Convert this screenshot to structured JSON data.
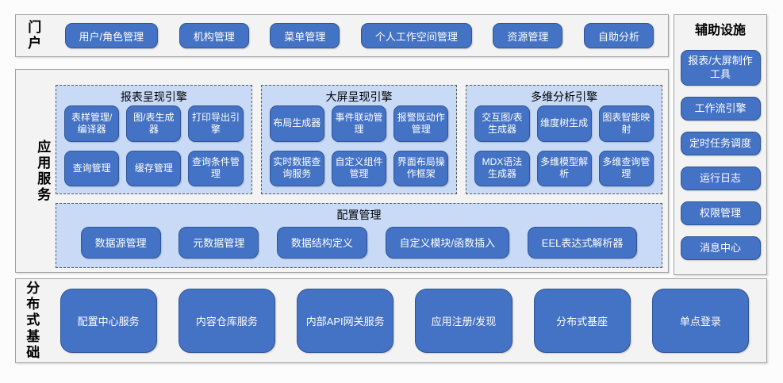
{
  "portal": {
    "label": "门户",
    "items": [
      "用户/角色管理",
      "机构管理",
      "菜单管理",
      "个人工作空间管理",
      "资源管理",
      "自助分析"
    ]
  },
  "app_services": {
    "label": "应用服务",
    "groups": [
      {
        "title": "报表呈现引擎",
        "rows": [
          [
            "表样管理/编译器",
            "图/表生成器",
            "打印导出引擎"
          ],
          [
            "查询管理",
            "缓存管理",
            "查询条件管理"
          ]
        ]
      },
      {
        "title": "大屏呈现引擎",
        "rows": [
          [
            "布局生成器",
            "事件联动管理",
            "报警既动作管理"
          ],
          [
            "实时数据查询服务",
            "自定义组件管理",
            "界面布局操作框架"
          ]
        ]
      },
      {
        "title": "多维分析引擎",
        "rows": [
          [
            "交互图/表生成器",
            "维度树生成",
            "图表智能映射"
          ],
          [
            "MDX语法生成器",
            "多维模型解析",
            "多维查询管理"
          ]
        ]
      }
    ],
    "config": {
      "title": "配置管理",
      "items": [
        "数据源管理",
        "元数据管理",
        "数据结构定义",
        "自定义模块/函数插入",
        "EEL表达式解析器"
      ]
    }
  },
  "distributed": {
    "label": "分布式基础",
    "items": [
      "配置中心服务",
      "内容仓库服务",
      "内部API网关服务",
      "应用注册/发现",
      "分布式基座",
      "单点登录"
    ]
  },
  "auxiliary": {
    "title": "辅助设施",
    "items": [
      "报表/大屏制作工具",
      "工作流引擎",
      "定时任务调度",
      "运行日志",
      "权限管理",
      "消息中心"
    ]
  },
  "colors": {
    "node_blue": "#4472C4",
    "node_border": "#2F5597",
    "group_fill": "#C9DAF7",
    "panel_fill": "#F3F3F3",
    "panel_border": "#A0A0A0",
    "dash_border": "#595959",
    "node_text": "#FFFFFF",
    "label_text": "#000000"
  }
}
